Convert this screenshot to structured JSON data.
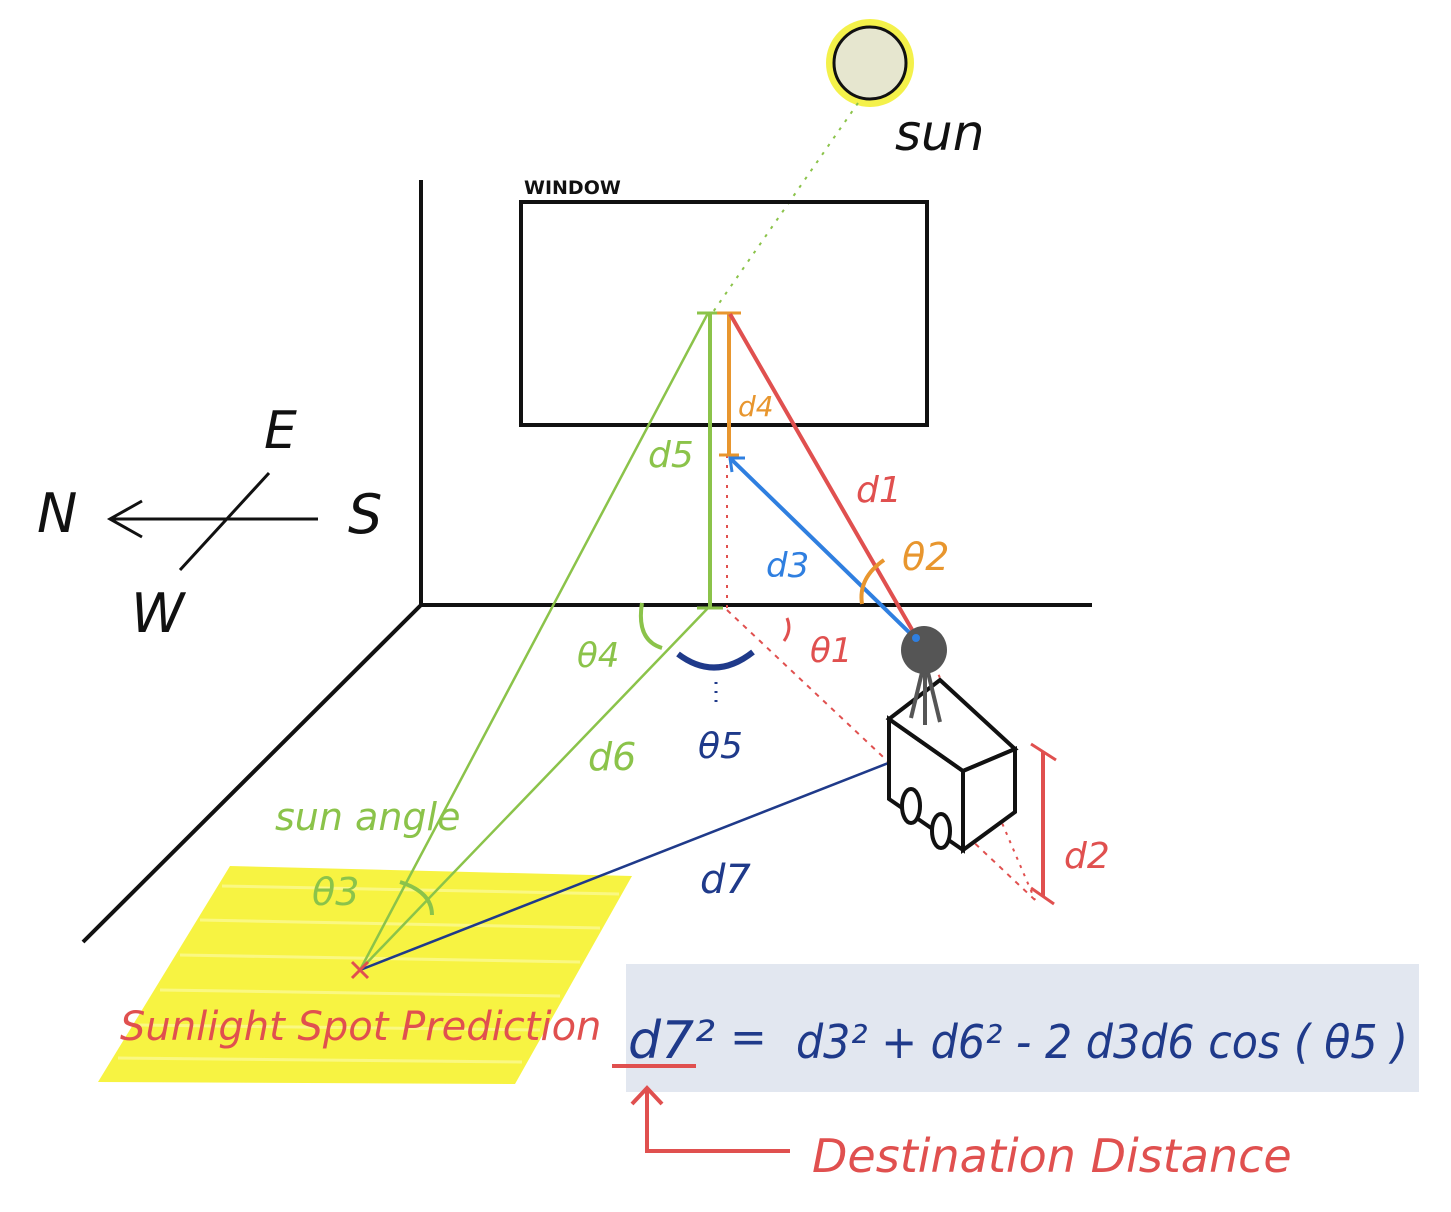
{
  "labels": {
    "sun": "sun",
    "window": "WINDOW",
    "compass_e": "E",
    "compass_n": "N",
    "compass_s": "S",
    "compass_w": "W",
    "d1": "d1",
    "d2": "d2",
    "d3": "d3",
    "d4": "d4",
    "d5": "d5",
    "d6": "d6",
    "d7": "d7",
    "theta1": "θ1",
    "theta2": "θ2",
    "theta3": "θ3",
    "theta4": "θ4",
    "theta5": "θ5",
    "sun_angle": "sun angle",
    "spot": "Sunlight Spot Prediction",
    "destination": "Destination Distance"
  },
  "formula": {
    "lhs": "d7²",
    "equals": "=",
    "rhs": "d3² + d6² - 2 d3d6 cos ( θ5 )"
  },
  "colors": {
    "line": "#111111",
    "red": "#e0504f",
    "green": "#8bc34a",
    "orange": "#e8962e",
    "blue": "#2f7fe0",
    "navy": "#1f3a8a",
    "sun_fill": "#e6e6cf",
    "sun_ring": "#f2ee2a",
    "spot_fill": "#f6f22e",
    "formula_bg": "#e2e7f0",
    "robot_head": "#555555"
  }
}
